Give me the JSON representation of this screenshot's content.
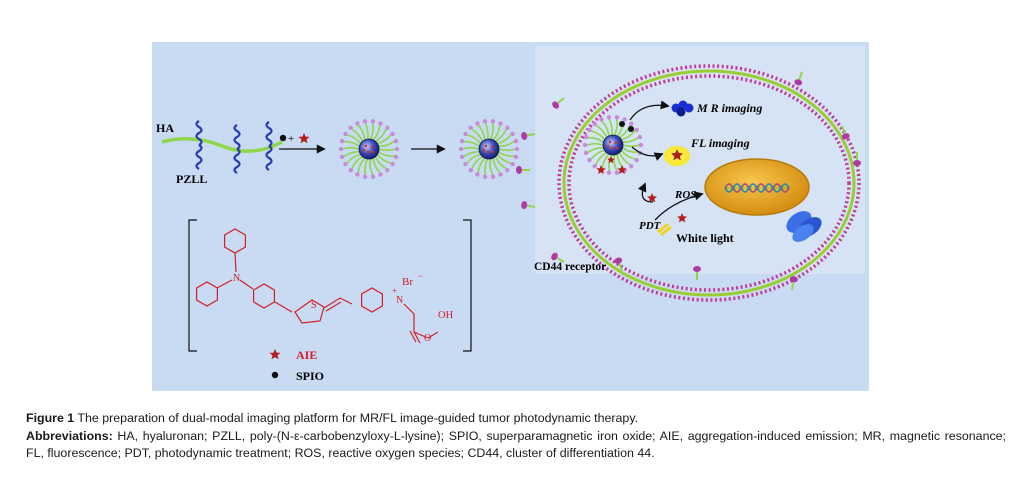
{
  "diagram": {
    "labels": {
      "ha": "HA",
      "pzll": "PZLL",
      "mr_imaging": "M R imaging",
      "fl_imaging": "FL imaging",
      "ros": "ROS",
      "pdt": "PDT",
      "white_light": "White light",
      "cd44_receptor": "CD44 receptor",
      "br_minus": "Br",
      "br_charge": "−",
      "n_plus": "N",
      "plus": "+",
      "n_atom": "N",
      "s_atom": "S",
      "oh": "OH",
      "o_atom": "O"
    },
    "legend": {
      "aie": "AIE",
      "spio": "SPIO"
    },
    "colors": {
      "panel": "#c9dbf2",
      "panel_inner": "#d6e3f5",
      "structure": "#d21f26",
      "membrane": "#c03a9b",
      "membrane_inner": "#9acd32",
      "nucleus": "#e3a21a",
      "helix": "#2a3bb5",
      "chain": "#8ed64a"
    }
  },
  "caption": {
    "figure_label": "Figure 1",
    "figure_text": " The preparation of dual-modal imaging platform for MR/FL image-guided tumor photodynamic therapy.",
    "abbrev_label": "Abbreviations:",
    "abbrev_text": " HA, hyaluronan; PZLL, poly-(N-ε-carbobenzyloxy-L-lysine); SPIO, superparamagnetic iron oxide; AIE, aggregation-induced emission; MR, magnetic resonance; FL, fluorescence; PDT, photodynamic treatment; ROS, reactive oxygen species; CD44, cluster of differentiation 44."
  }
}
